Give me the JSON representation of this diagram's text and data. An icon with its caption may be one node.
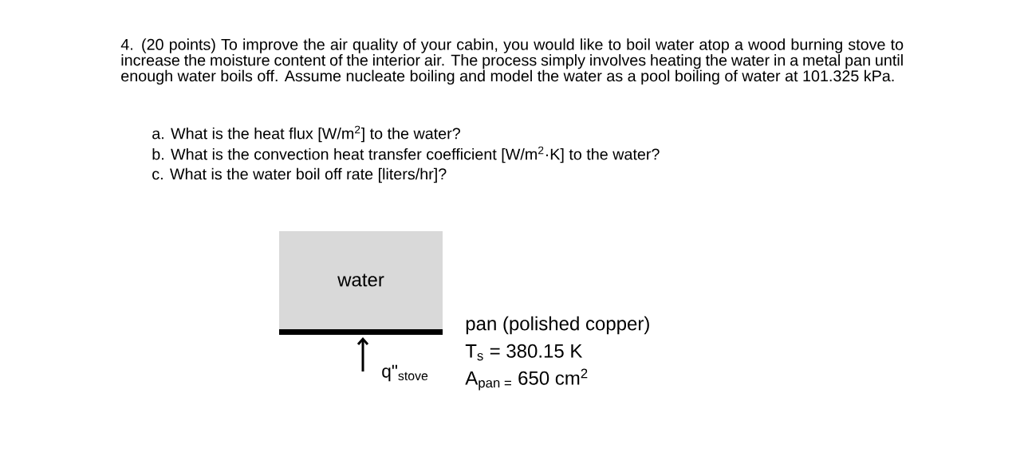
{
  "diagram": {
    "nodes": [
      {
        "text": [
          "water"
        ]
      },
      {
        "text": [],
        "shape": "bar",
        "beside": [
          "pan (polished copper)",
          "T$_{s}$ = 380.15 K",
          "A$_{pan =}$ 650 cm$^{2}$"
        ]
      }
    ],
    "labels": [
      "4. (20 points) To improve the air quality of your cabin, you would like to boil water atop a wood burning stove to increase the moisture content of the interior air. The process simply involves heating the water in a metal pan until enough water boils off. Assume nucleate boiling and model the water as a pool boiling of water at 101.325 kPa.",
      "a. What is the heat flux [W/m$^{2}$] to the water?",
      "b. What is the convection heat transfer coefficient [W/m$^{2}$·K] to the water?",
      "c. What is the water boil off rate [liters/hr]?",
      "q\"$_{stove}$"
    ]
  }
}
